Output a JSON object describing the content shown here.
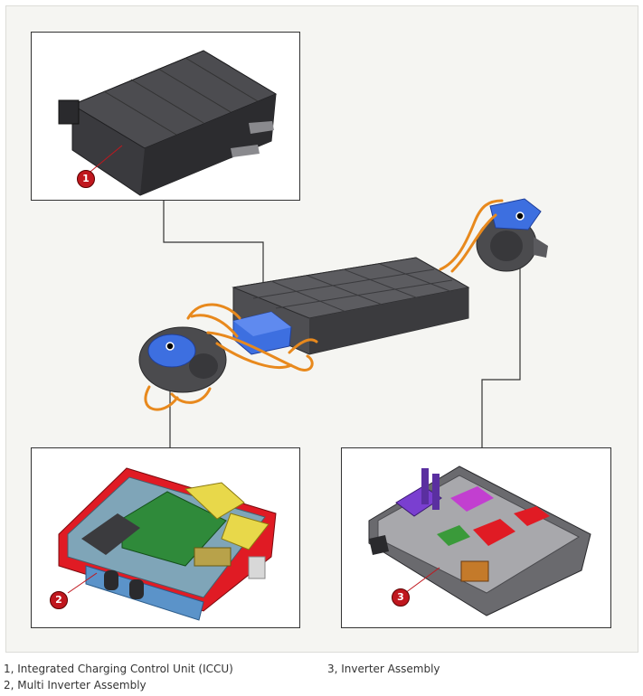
{
  "colors": {
    "badge": "#c0171e",
    "orange_cable": "#e8891d",
    "blue_unit": "#3d6fe0",
    "battery": "#4a4a4e",
    "icu_body": "#3a3a3e"
  },
  "callouts": [
    {
      "number": "1",
      "label": "1, Integrated Charging Control Unit (ICCU)"
    },
    {
      "number": "2",
      "label": "2, Multi Inverter Assembly"
    },
    {
      "number": "3",
      "label": "3, Inverter Assembly"
    }
  ]
}
